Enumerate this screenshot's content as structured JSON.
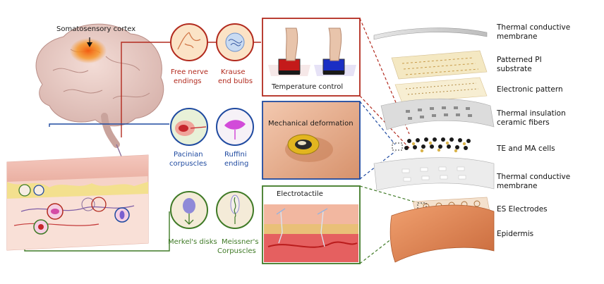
{
  "brain": {
    "label": "Somatosensory cortex"
  },
  "receptors": {
    "free_nerve": [
      "Free nerve",
      "endings"
    ],
    "krause": [
      "Krause",
      "end bulbs"
    ],
    "pacinian": [
      "Pacinian",
      "corpuscles"
    ],
    "ruffini": [
      "Ruffini",
      "ending"
    ],
    "merkel": [
      "Merkel's disks"
    ],
    "meissner": [
      "Meissner's",
      "Corpuscles"
    ]
  },
  "panels": {
    "temperature": "Temperature control",
    "mechanical": "Mechanical deformation",
    "electro": "Electrotactile"
  },
  "layers": [
    [
      "Thermal conductive",
      "membrane"
    ],
    [
      "Patterned PI",
      "substrate"
    ],
    [
      "Electronic pattern"
    ],
    [
      "Thermal insulation",
      "ceramic fibers"
    ],
    [
      "TE and MA cells"
    ],
    [
      "Thermal conductive",
      "membrane"
    ],
    [
      "ES Electrodes"
    ],
    [
      "Epidermis"
    ]
  ],
  "colors": {
    "thermal": "#b22a1e",
    "mechanical": "#1f4aa0",
    "electrical": "#3f7a26"
  }
}
